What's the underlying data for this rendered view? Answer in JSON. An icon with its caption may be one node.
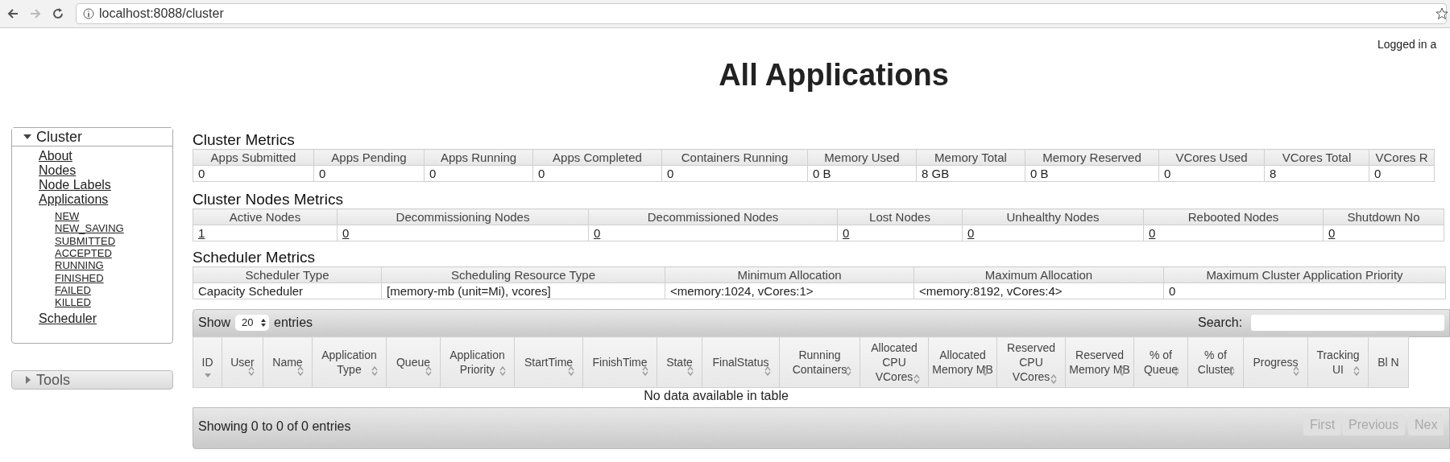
{
  "diagram": {
    "title": "All Applications",
    "labels": [
      "localhost:8088/cluster",
      "Logged in a",
      "Cluster",
      "About",
      "Nodes",
      "Node Labels",
      "Applications",
      "NEW",
      "NEW_SAVING",
      "SUBMITTED",
      "ACCEPTED",
      "RUNNING",
      "FINISHED",
      "FAILED",
      "KILLED",
      "Scheduler",
      "Tools",
      "Cluster Metrics",
      "Apps Submitted",
      "Apps Pending",
      "Apps Running",
      "Apps Completed",
      "Containers Running",
      "Memory Used",
      "Memory Total",
      "Memory Reserved",
      "VCores Used",
      "VCores Total",
      "VCores R",
      "0",
      "0",
      "0",
      "0",
      "0",
      "0 B",
      "8 GB",
      "0 B",
      "0",
      "8",
      "0",
      "Cluster Nodes Metrics",
      "Active Nodes",
      "Decommissioning Nodes",
      "Decommissioned Nodes",
      "Lost Nodes",
      "Unhealthy Nodes",
      "Rebooted Nodes",
      "Shutdown No",
      "1",
      "0",
      "0",
      "0",
      "0",
      "0",
      "0",
      "Scheduler Metrics",
      "Scheduler Type",
      "Scheduling Resource Type",
      "Minimum Allocation",
      "Maximum Allocation",
      "Maximum Cluster Application Priority",
      "Capacity Scheduler",
      "[memory-mb (unit=Mi), vcores]",
      "<memory:1024, vCores:1>",
      "<memory:8192, vCores:4>",
      "0",
      "Show",
      "20",
      "entries",
      "Search:",
      "ID",
      "User",
      "Name",
      "Application Type",
      "Queue",
      "Application Priority",
      "StartTime",
      "FinishTime",
      "State",
      "FinalStatus",
      "Running Containers",
      "Allocated CPU VCores",
      "Allocated Memory MB",
      "Reserved CPU VCores",
      "Reserved Memory MB",
      "% of Queue",
      "% of Cluster",
      "Progress",
      "Tracking UI",
      "Bl N",
      "No data available in table",
      "Showing 0 to 0 of 0 entries",
      "First",
      "Previous",
      "Nex"
    ]
  }
}
